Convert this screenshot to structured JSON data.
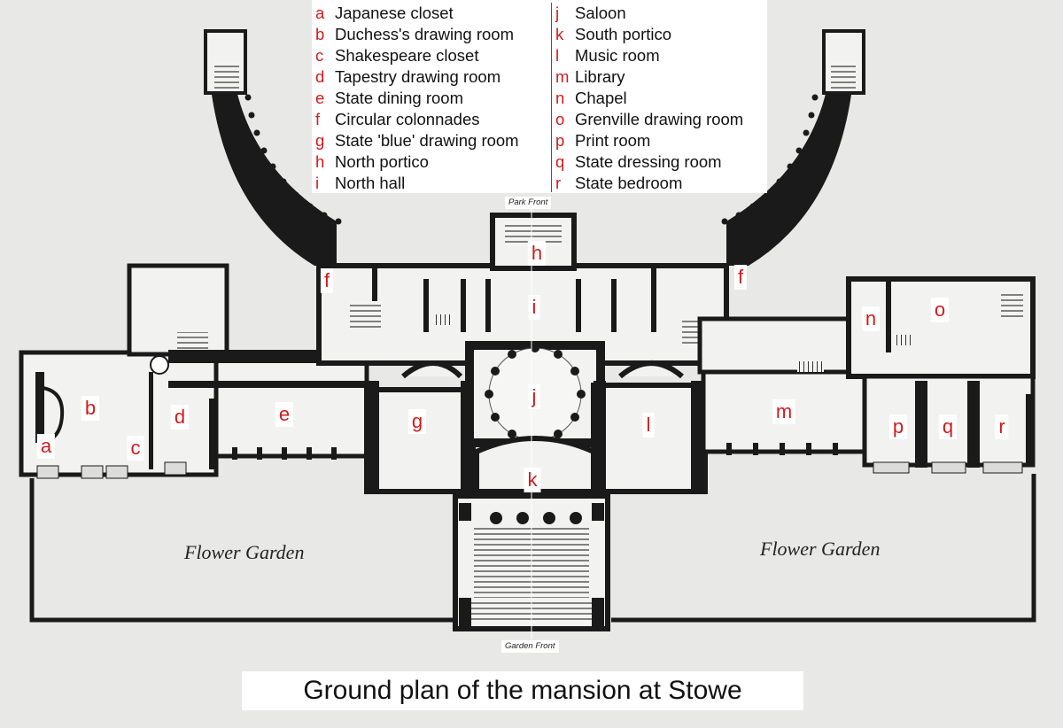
{
  "legend": {
    "left": [
      {
        "letter": "a",
        "name": "Japanese closet"
      },
      {
        "letter": "b",
        "name": "Duchess's drawing room"
      },
      {
        "letter": "c",
        "name": "Shakespeare closet"
      },
      {
        "letter": "d",
        "name": "Tapestry drawing room"
      },
      {
        "letter": "e",
        "name": "State dining room"
      },
      {
        "letter": "f",
        "name": "Circular colonnades"
      },
      {
        "letter": "g",
        "name": "State 'blue' drawing room"
      },
      {
        "letter": "h",
        "name": "North portico"
      },
      {
        "letter": "i",
        "name": "North hall"
      }
    ],
    "right": [
      {
        "letter": "j",
        "name": "Saloon"
      },
      {
        "letter": "k",
        "name": "South portico"
      },
      {
        "letter": "l",
        "name": "Music room"
      },
      {
        "letter": "m",
        "name": "Library"
      },
      {
        "letter": "n",
        "name": "Chapel"
      },
      {
        "letter": "o",
        "name": "Grenville drawing room"
      },
      {
        "letter": "p",
        "name": "Print room"
      },
      {
        "letter": "q",
        "name": "State dressing room"
      },
      {
        "letter": "r",
        "name": "State bedroom"
      }
    ]
  },
  "labels": {
    "park_front": "Park Front",
    "garden_front": "Garden Front",
    "flower_garden_left": "Flower Garden",
    "flower_garden_right": "Flower Garden",
    "caption": "Ground plan of the mansion at Stowe"
  },
  "room_letters": {
    "a": "a",
    "b": "b",
    "c": "c",
    "d": "d",
    "e": "e",
    "f_left": "f",
    "f_right": "f",
    "g": "g",
    "h": "h",
    "i": "i",
    "j": "j",
    "k": "k",
    "l": "l",
    "m": "m",
    "n": "n",
    "o": "o",
    "p": "p",
    "q": "q",
    "r": "r"
  },
  "colors": {
    "background": "#e8e8e6",
    "wall": "#1a1a1a",
    "letter": "#d41a1a"
  }
}
